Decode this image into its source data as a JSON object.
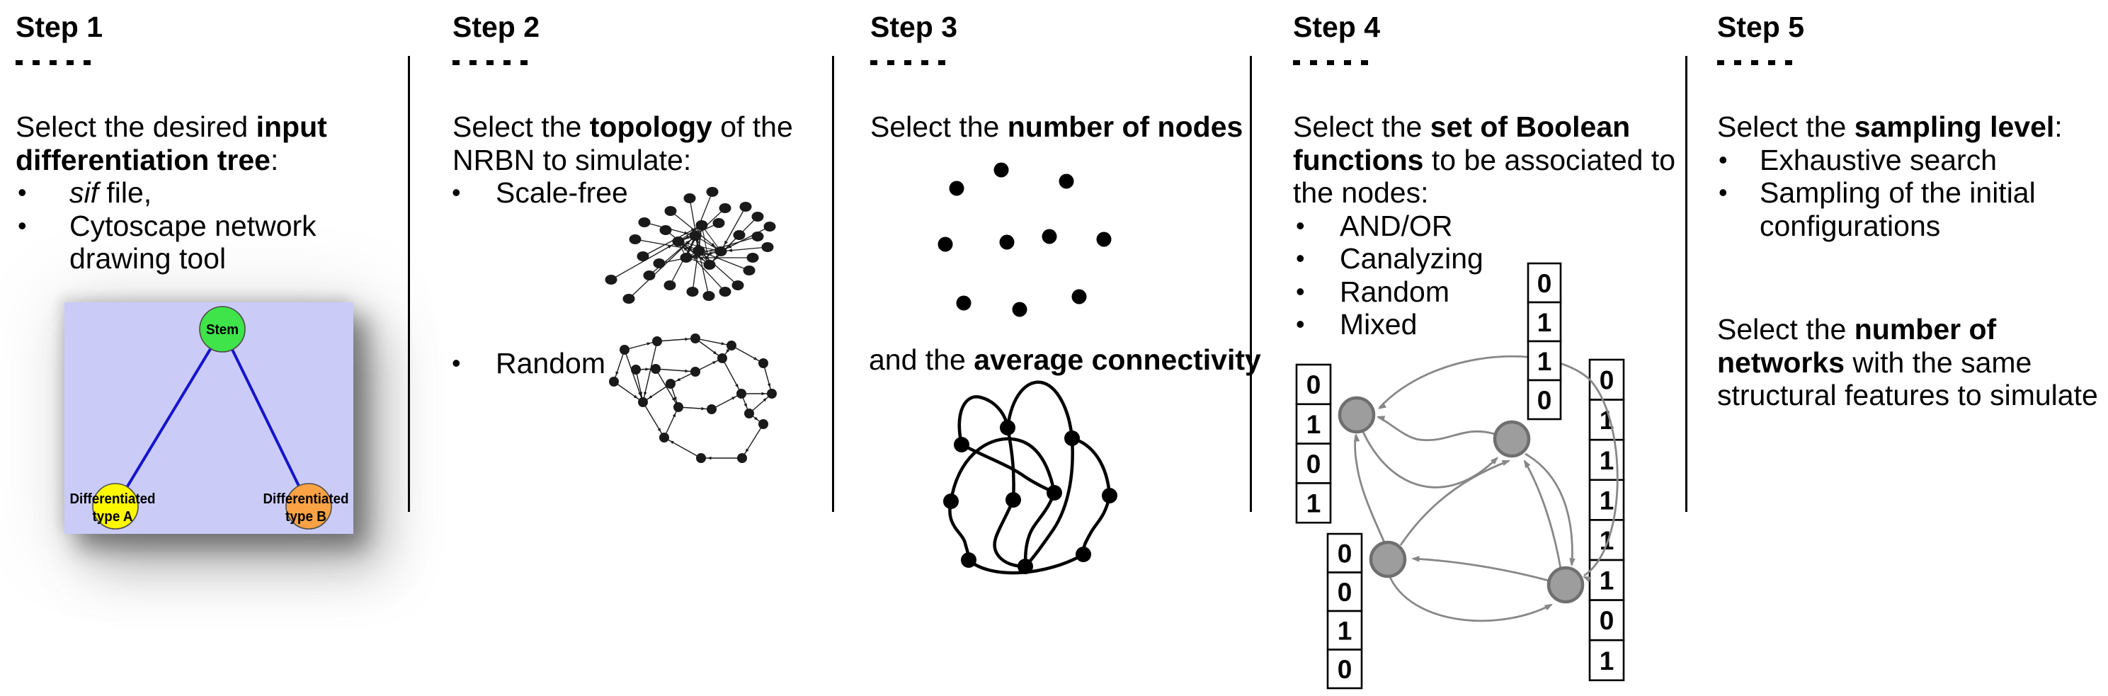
{
  "slide": {
    "background": "#ffffff",
    "separator_color": "#000000",
    "text_color": "#000000",
    "bullet_char": "•",
    "columns": [
      {
        "step_label": "Step 1",
        "dashes": "- - - - -",
        "blocks": [
          {
            "id": "step1-paragraph",
            "lines": [
              {
                "runs": [
                  {
                    "t": "Select the desired "
                  },
                  {
                    "t": "input",
                    "b": 1
                  }
                ]
              },
              {
                "runs": [
                  {
                    "t": "differentiation tree",
                    "b": 1
                  },
                  {
                    "t": ":"
                  }
                ]
              },
              {
                "bullet": 1,
                "runs": [
                  {
                    "t": "sif",
                    "i": 1
                  },
                  {
                    "t": " file,"
                  }
                ]
              },
              {
                "bullet": 1,
                "runs": [
                  {
                    "t": "Cytoscape network"
                  }
                ]
              },
              {
                "cont": 1,
                "runs": [
                  {
                    "t": "drawing tool"
                  }
                ]
              }
            ]
          }
        ]
      },
      {
        "step_label": "Step 2",
        "dashes": "- - - - -",
        "blocks": [
          {
            "id": "step2-paragraph",
            "lines": [
              {
                "runs": [
                  {
                    "t": "Select the "
                  },
                  {
                    "t": "topology",
                    "b": 1
                  },
                  {
                    "t": " of the"
                  }
                ]
              },
              {
                "runs": [
                  {
                    "t": "NRBN to simulate:"
                  }
                ]
              },
              {
                "bullet": 1,
                "runs": [
                  {
                    "t": "Scale-free"
                  }
                ]
              }
            ]
          },
          {
            "id": "step2-random-bullet",
            "lines": [
              {
                "bullet": 1,
                "runs": [
                  {
                    "t": "Random"
                  }
                ]
              }
            ]
          }
        ]
      },
      {
        "step_label": "Step 3",
        "dashes": "- - - - -",
        "blocks": [
          {
            "id": "step3-paragraph",
            "lines": [
              {
                "runs": [
                  {
                    "t": "Select the "
                  },
                  {
                    "t": "number of nodes",
                    "b": 1
                  }
                ]
              }
            ]
          },
          {
            "id": "step3-connectivity",
            "lines": [
              {
                "runs": [
                  {
                    "t": "and the "
                  },
                  {
                    "t": "average connectivity",
                    "b": 1
                  }
                ]
              }
            ]
          }
        ]
      },
      {
        "step_label": "Step 4",
        "dashes": "- - - - -",
        "blocks": [
          {
            "id": "step4-paragraph",
            "lines": [
              {
                "runs": [
                  {
                    "t": "Select the "
                  },
                  {
                    "t": "set of Boolean",
                    "b": 1
                  }
                ]
              },
              {
                "runs": [
                  {
                    "t": "functions",
                    "b": 1
                  },
                  {
                    "t": " to be associated to"
                  }
                ]
              },
              {
                "runs": [
                  {
                    "t": "the nodes:"
                  }
                ]
              },
              {
                "bullet": 1,
                "runs": [
                  {
                    "t": "AND/OR"
                  }
                ]
              },
              {
                "bullet": 1,
                "runs": [
                  {
                    "t": "Canalyzing"
                  }
                ]
              },
              {
                "bullet": 1,
                "runs": [
                  {
                    "t": "Random"
                  }
                ]
              },
              {
                "bullet": 1,
                "runs": [
                  {
                    "t": "Mixed"
                  }
                ]
              }
            ]
          }
        ]
      },
      {
        "step_label": "Step 5",
        "dashes": "- - - - -",
        "blocks": [
          {
            "id": "step5-sampling",
            "lines": [
              {
                "runs": [
                  {
                    "t": "Select the "
                  },
                  {
                    "t": "sampling level",
                    "b": 1
                  },
                  {
                    "t": ":"
                  }
                ]
              },
              {
                "bullet": 1,
                "runs": [
                  {
                    "t": "Exhaustive search"
                  }
                ]
              },
              {
                "bullet": 1,
                "runs": [
                  {
                    "t": "Sampling of the initial"
                  }
                ]
              },
              {
                "cont": 1,
                "runs": [
                  {
                    "t": "configurations"
                  }
                ]
              }
            ]
          },
          {
            "id": "step5-networks",
            "lines": [
              {
                "runs": [
                  {
                    "t": "Select the "
                  },
                  {
                    "t": "number of",
                    "b": 1
                  }
                ]
              },
              {
                "runs": [
                  {
                    "t": "networks",
                    "b": 1
                  },
                  {
                    "t": " with the same"
                  }
                ]
              },
              {
                "runs": [
                  {
                    "t": "structural features to simulate"
                  }
                ]
              }
            ]
          }
        ]
      }
    ]
  },
  "tree_figure": {
    "background": "#cbcbf8",
    "edge_color": "#1414cd",
    "node_stroke": "#4d4d45",
    "label_color": "#000000",
    "nodes": [
      {
        "id": "stem",
        "label_lines": [
          "Stem"
        ],
        "fill": "#3ee44a"
      },
      {
        "id": "type-a",
        "label_lines": [
          "Differentiated",
          "type A"
        ],
        "fill": "#fdf800"
      },
      {
        "id": "type-b",
        "label_lines": [
          "Differentiated",
          "type B"
        ],
        "fill": "#fba245"
      }
    ]
  },
  "boolean_network": {
    "node_fill": "#9d9d9d",
    "node_stroke": "#6f6f6f",
    "arrow_color": "#878787",
    "table_border": "#000000",
    "table_text": "#000000",
    "tables": [
      {
        "id": "left",
        "values": [
          "0",
          "1",
          "0",
          "1"
        ]
      },
      {
        "id": "top",
        "values": [
          "0",
          "1",
          "1",
          "0"
        ]
      },
      {
        "id": "bottom-left",
        "values": [
          "0",
          "0",
          "1",
          "0"
        ]
      },
      {
        "id": "right",
        "values": [
          "0",
          "1",
          "1",
          "1",
          "1",
          "1",
          "0",
          "1"
        ]
      }
    ]
  },
  "network_figures": {
    "scale_free_color": "#1a1a1a",
    "random_color": "#1a1a1a",
    "dots_color": "#000000",
    "connectivity_color": "#000000"
  }
}
